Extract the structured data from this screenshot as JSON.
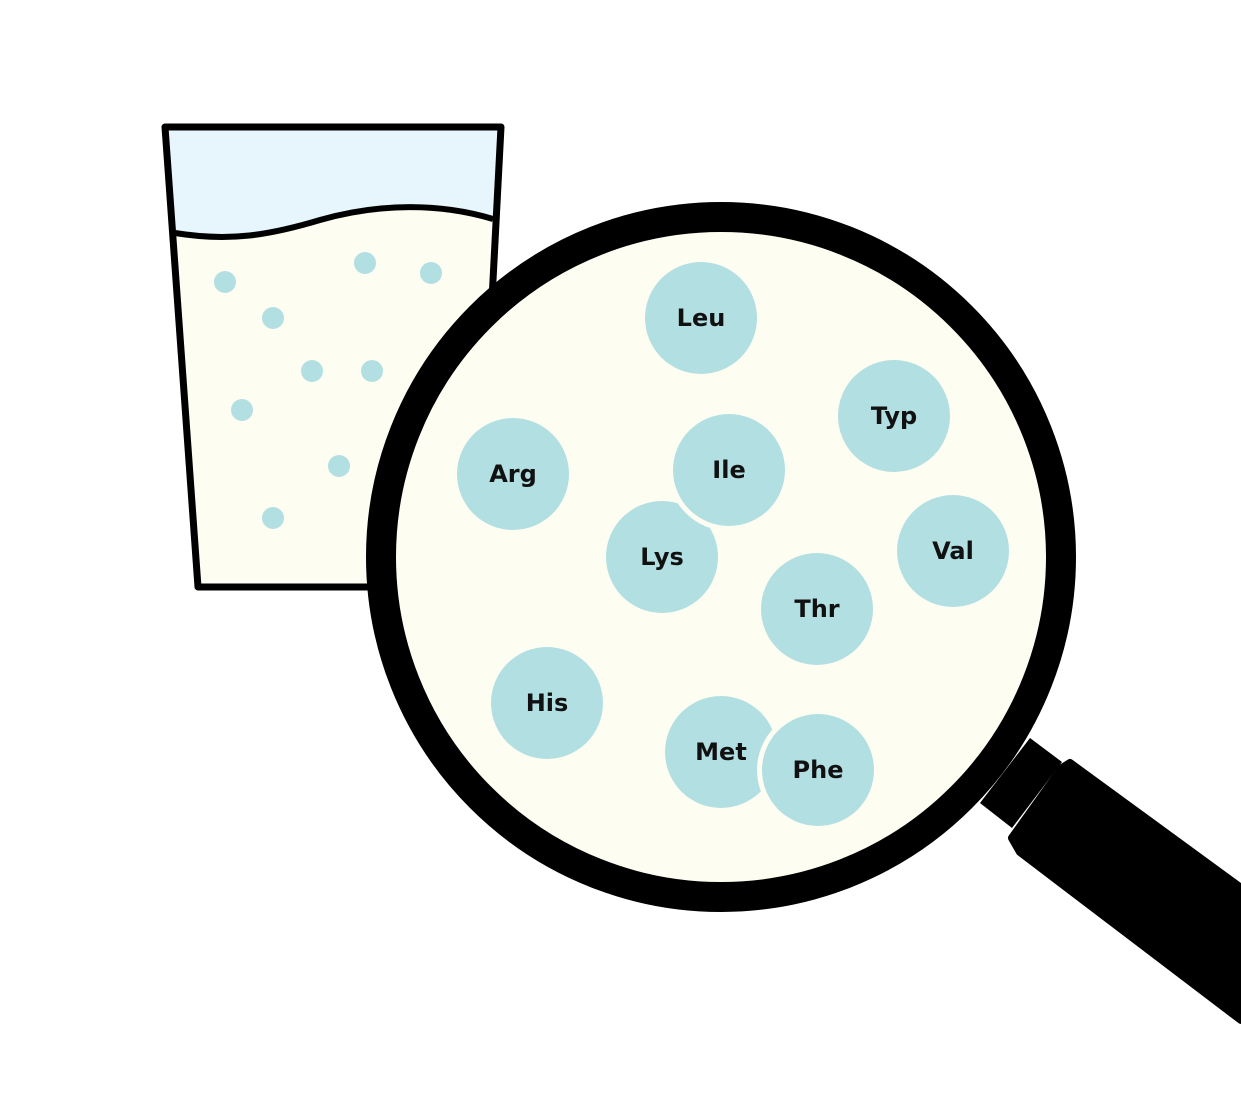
{
  "colors": {
    "background": "#ffffff",
    "outline": "#000000",
    "liquid": "#fdfdf2",
    "air_in_glass": "#e6f6fc",
    "molecule": "#b2dfe2",
    "label": "#111111"
  },
  "glass": {
    "icon": "glass-of-milk-icon",
    "bubble_count": 10
  },
  "magnifier": {
    "icon": "magnifying-glass-icon"
  },
  "amino_acids": [
    {
      "id": "leu",
      "label": "Leu"
    },
    {
      "id": "typ",
      "label": "Typ"
    },
    {
      "id": "arg",
      "label": "Arg"
    },
    {
      "id": "ile",
      "label": "Ile"
    },
    {
      "id": "lys",
      "label": "Lys"
    },
    {
      "id": "val",
      "label": "Val"
    },
    {
      "id": "thr",
      "label": "Thr"
    },
    {
      "id": "his",
      "label": "His"
    },
    {
      "id": "met",
      "label": "Met"
    },
    {
      "id": "phe",
      "label": "Phe"
    }
  ]
}
